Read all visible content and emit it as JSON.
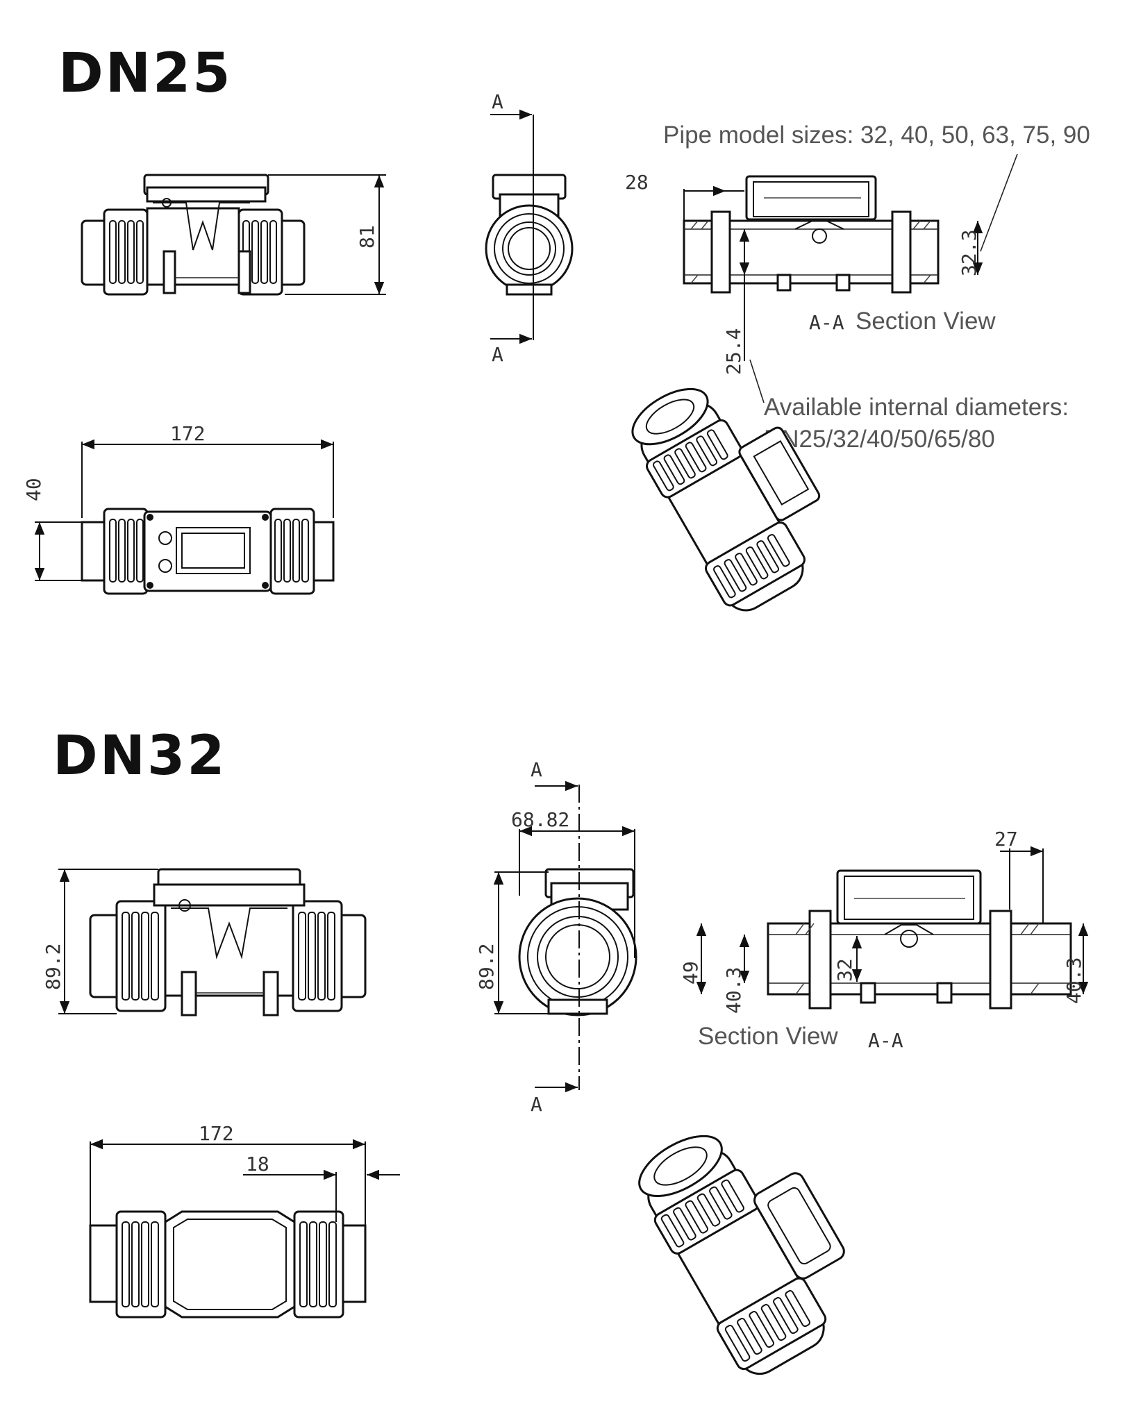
{
  "dn25": {
    "title": "DN25",
    "section_marker": "A",
    "dim_height": "81",
    "dim_length": "172",
    "dim_width": "40",
    "dim_section_offset": "28",
    "dim_pipe": "32.3",
    "dim_inner": "25.4",
    "section_code": "A-A",
    "section_text": "Section View",
    "note_pipe": "Pipe model sizes: 32, 40, 50, 63, 75, 90",
    "note_inner_1": "Available internal diameters:",
    "note_inner_2": "DN25/32/40/50/65/80"
  },
  "dn32": {
    "title": "DN32",
    "section_marker": "A",
    "dim_height_front": "89.2",
    "dim_end_width": "68.82",
    "dim_height_end": "89.2",
    "dim_section_offset": "27",
    "dim_outer": "49",
    "dim_inner_left": "40.3",
    "dim_bore": "32",
    "dim_inner_right": "40.3",
    "section_text": "Section View",
    "section_code": "A-A",
    "dim_length": "172",
    "dim_offset": "18"
  }
}
